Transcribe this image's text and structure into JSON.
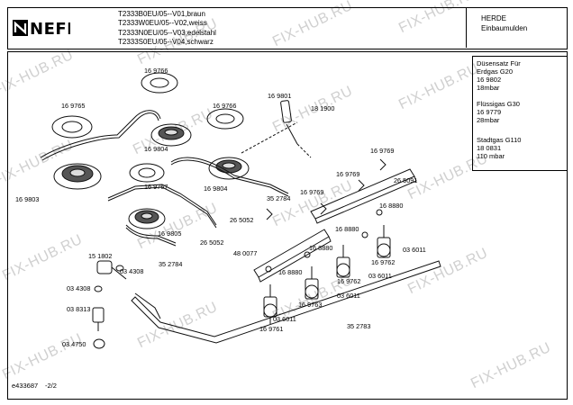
{
  "brand": {
    "logo_text": "NEFF"
  },
  "header": {
    "models": [
      "T2333B0EU/05--V01,braun",
      "T2333W0EU/05--V02,weiss",
      "T2333N0EU/05--V03,edelstahl",
      "T2333S0EU/05--V04,schwarz"
    ],
    "maker": "HERDE",
    "category": "Einbaumulden"
  },
  "sidebar": {
    "sets": [
      {
        "lines": [
          "Düsensatz Für",
          "Erdgas G20",
          "16 9802",
          "18mbar"
        ]
      },
      {
        "lines": [
          "Flüssigas G30",
          "16 9779",
          "28mbar"
        ]
      },
      {
        "lines": [
          "Stadtgas G110",
          "18 0831",
          "110 mbar"
        ]
      }
    ]
  },
  "parts": [
    "16 9766",
    "16 9765",
    "16 9766",
    "16 9801",
    "18 1900",
    "16 9804",
    "16 9804",
    "16 9803",
    "16 9767",
    "16 9769",
    "16 9769",
    "26 5091",
    "16 9769",
    "35 2784",
    "16 9805",
    "26 5052",
    "26 5052",
    "16 8880",
    "16 8880",
    "16 8880",
    "48 0077",
    "16 8880",
    "15 1802",
    "03 4308",
    "03 4308",
    "35 2784",
    "03 6011",
    "16 9762",
    "03 6011",
    "16 9762",
    "03 8313",
    "03 6011",
    "16 9763",
    "03 6011",
    "16 9761",
    "35 2783",
    "03 4750"
  ],
  "footer": {
    "doc_id": "e433687",
    "page": "-2/2"
  },
  "watermark": {
    "text": "FIX-HUB.RU"
  }
}
